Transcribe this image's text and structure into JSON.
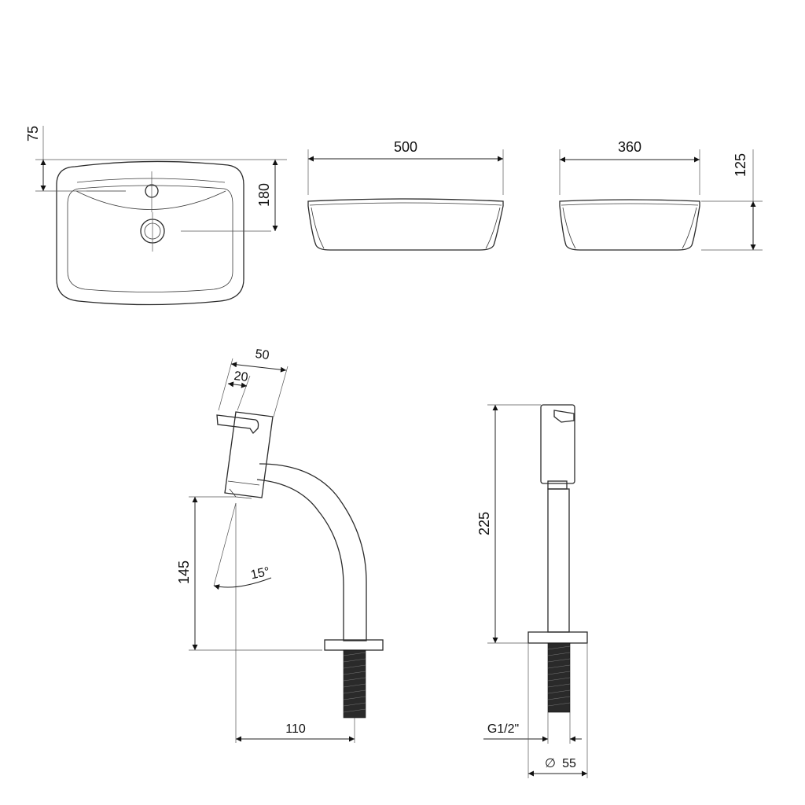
{
  "basin": {
    "dim_overflow_depth": "75",
    "dim_tap_offset": "180",
    "dim_length": "500",
    "dim_width": "360",
    "dim_height": "125"
  },
  "tap": {
    "dim_handle_total": "50",
    "dim_handle_offset": "20",
    "dim_spout_height": "145",
    "dim_angle": "15°",
    "dim_reach": "110",
    "dim_total_height": "225",
    "dim_thread": "G1/2\"",
    "dim_base_diameter_symbol": "∅",
    "dim_base_diameter": "55"
  }
}
